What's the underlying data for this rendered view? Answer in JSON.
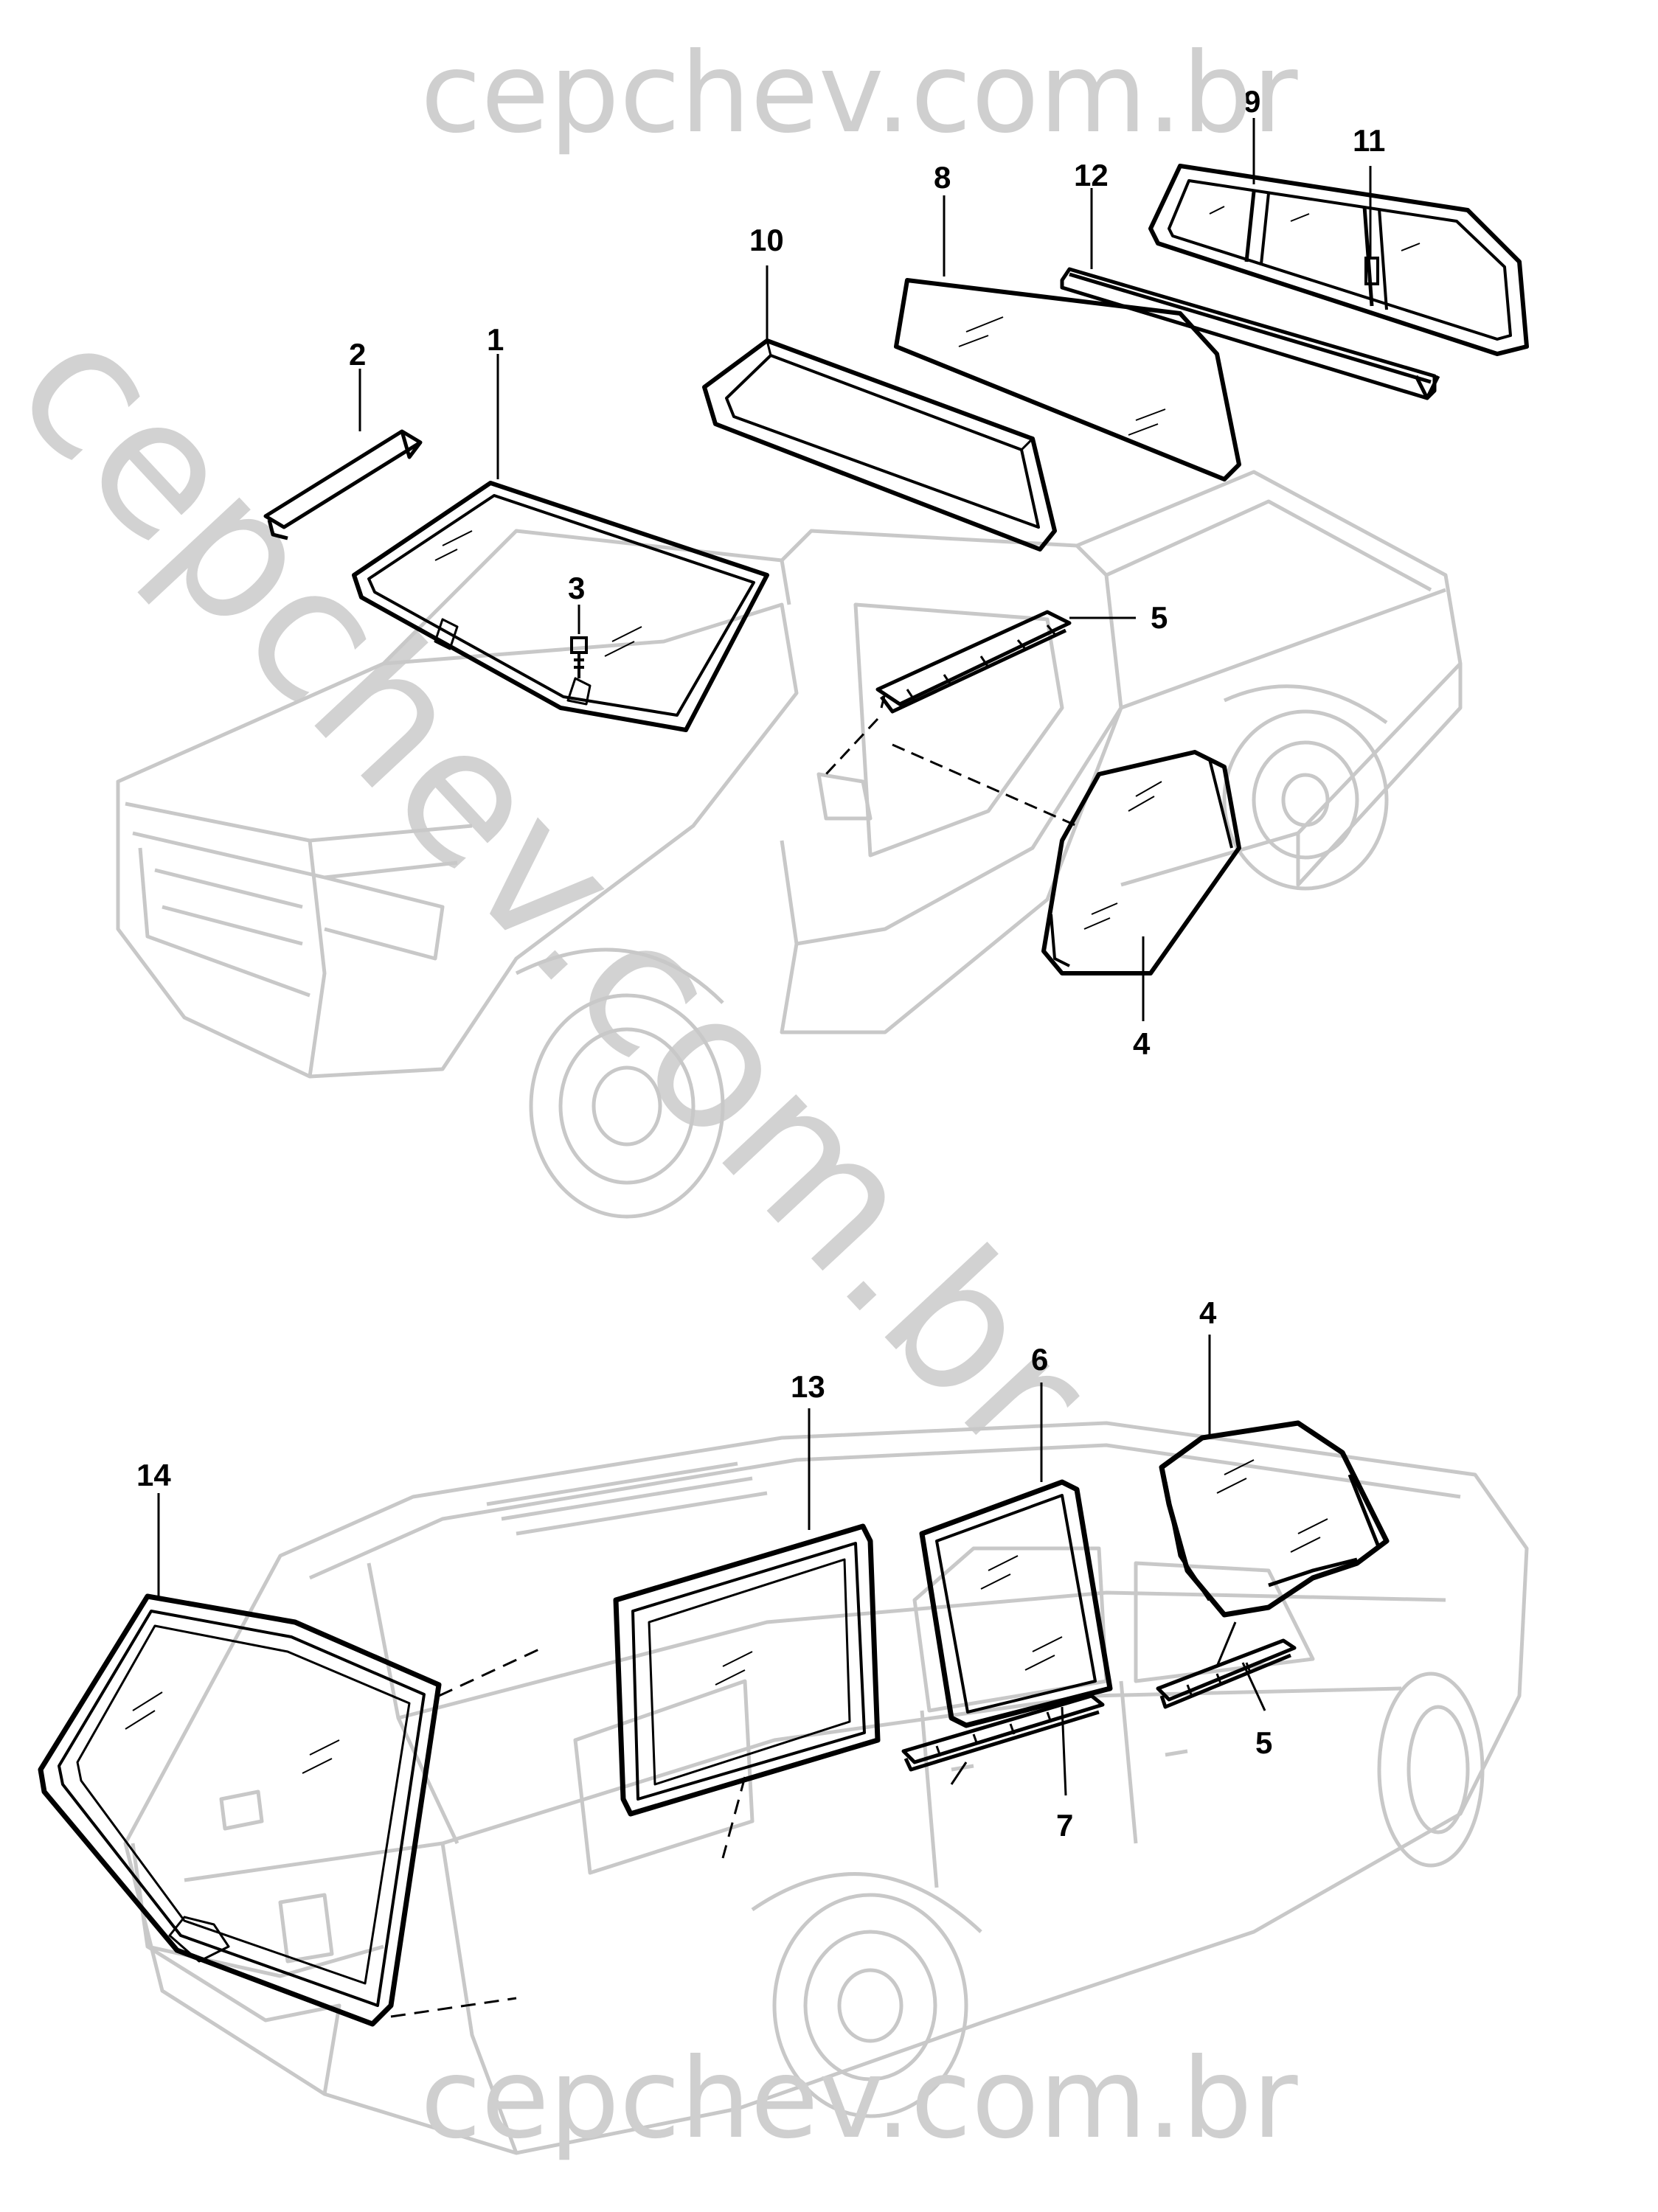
{
  "watermarks": {
    "top": "cepchev.com.br",
    "bottom": "cepchev.com.br",
    "diagonal": "cepchev.com.br"
  },
  "callouts": {
    "c1": "1",
    "c2": "2",
    "c3": "3",
    "c4a": "4",
    "c5a": "5",
    "c8": "8",
    "c9": "9",
    "c10": "10",
    "c11": "11",
    "c12": "12",
    "c4b": "4",
    "c5b": "5",
    "c6": "6",
    "c7": "7",
    "c13": "13",
    "c14": "14"
  },
  "colors": {
    "ghost_line": "#c8c8c8",
    "part_line": "#000000",
    "watermark": "#cfcfcf"
  }
}
